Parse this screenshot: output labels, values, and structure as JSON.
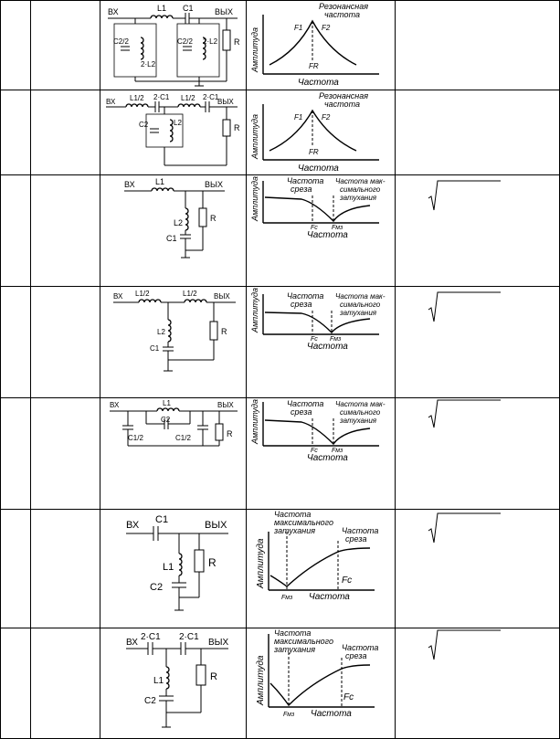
{
  "labels": {
    "in": "ВХ",
    "out": "ВЫХ",
    "resonant_line1": "Резонансная",
    "resonant_line2": "частота",
    "amplitude": "Амплитуда",
    "frequency": "Частота",
    "cutoff_line1": "Частота",
    "cutoff_line2": "среза",
    "maxatt_a1": "Частота мак-",
    "maxatt_a2": "симального",
    "maxatt_a3": "затухания",
    "maxatt_b1": "Частота",
    "maxatt_b2": "максимального",
    "maxatt_b3": "затухания",
    "f1": "F1",
    "f2": "F2",
    "fr": "FR",
    "fc": "Fc",
    "fmz": "Fмз",
    "R": "R"
  },
  "components": {
    "L1": "L1",
    "C1": "C1",
    "L2": "L2",
    "C2": "C2",
    "L1half": "L1/2",
    "C2half": "C2/2",
    "C1half": "C1/2",
    "twoL2": "2·L2",
    "twoC1": "2·C1"
  },
  "rows": 7
}
